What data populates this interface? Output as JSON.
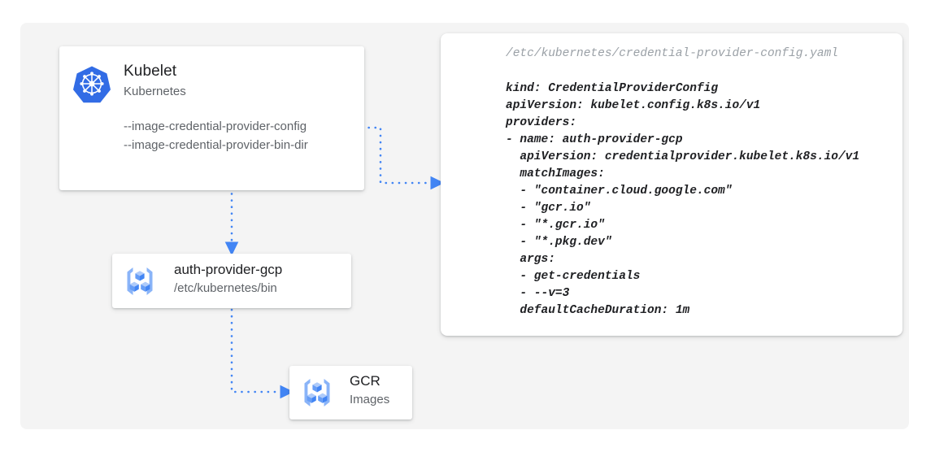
{
  "theme": {
    "background": "#ffffff",
    "panel_bg": "#f4f4f4",
    "card_bg": "#ffffff",
    "accent_blue": "#4285f4",
    "kubernetes_blue": "#326ce5",
    "text_primary": "#202124",
    "text_secondary": "#5f6368",
    "text_muted": "#9aa0a6"
  },
  "kubelet_card": {
    "icon": "kubernetes-logo-icon",
    "title": "Kubelet",
    "subtitle": "Kubernetes",
    "flags": [
      "--image-credential-provider-config",
      "--image-credential-provider-bin-dir"
    ]
  },
  "auth_provider_card": {
    "icon": "container-registry-icon",
    "title": "auth-provider-gcp",
    "subtitle": "/etc/kubernetes/bin"
  },
  "gcr_card": {
    "icon": "container-registry-icon",
    "title": "GCR",
    "subtitle": "Images"
  },
  "code_card": {
    "filepath": "/etc/kubernetes/credential-provider-config.yaml",
    "language": "yaml",
    "lines": [
      "kind: CredentialProviderConfig",
      "apiVersion: kubelet.config.k8s.io/v1",
      "providers:",
      "- name: auth-provider-gcp",
      "  apiVersion: credentialprovider.kubelet.k8s.io/v1",
      "  matchImages:",
      "  - \"container.cloud.google.com\"",
      "  - \"gcr.io\"",
      "  - \"*.gcr.io\"",
      "  - \"*.pkg.dev\"",
      "  args:",
      "  - get-credentials",
      "  - --v=3",
      "  defaultCacheDuration: 1m"
    ]
  },
  "connectors": [
    {
      "name": "kubelet-to-config",
      "style": "dotted",
      "arrowhead": true,
      "color": "#4285f4"
    },
    {
      "name": "kubelet-to-auth-provider",
      "style": "dotted",
      "arrowhead": true,
      "color": "#4285f4"
    },
    {
      "name": "auth-provider-to-gcr",
      "style": "dotted",
      "arrowhead": true,
      "color": "#4285f4"
    }
  ]
}
